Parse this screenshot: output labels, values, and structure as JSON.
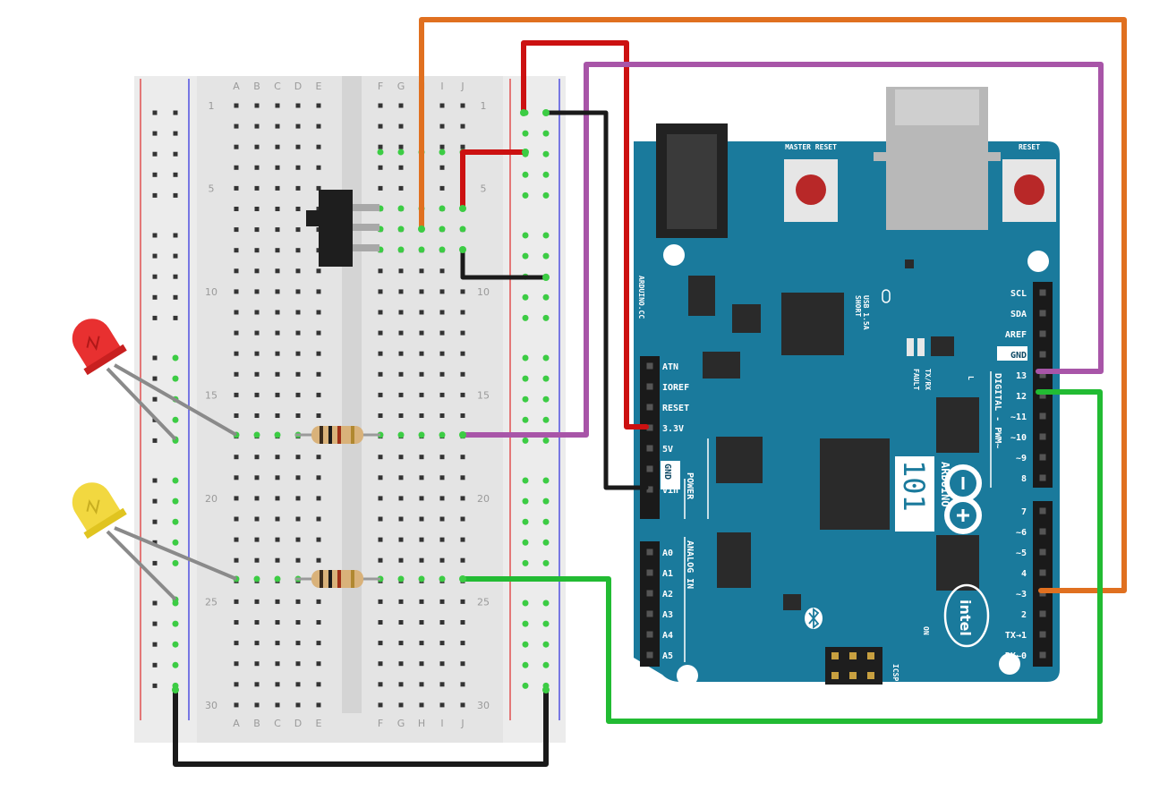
{
  "breadboard": {
    "column_letters_left": [
      "A",
      "B",
      "C",
      "D",
      "E"
    ],
    "column_letters_right": [
      "F",
      "G",
      "H",
      "I",
      "J"
    ],
    "row_numbers": [
      "1",
      "5",
      "10",
      "15",
      "20",
      "25",
      "30"
    ]
  },
  "arduino": {
    "master_reset_label": "MASTER RESET",
    "reset_label": "RESET",
    "brand_text": "ARDUINO.CC",
    "usb_text": "USB 1.5A",
    "short_text": "SHORT",
    "tx_rx_text": "TX/RX",
    "fault_text": "FAULT",
    "l_text": "L",
    "on_text": "ON",
    "icsp_text": "ICSP",
    "model_number": "101",
    "model_name": "ARDUINO",
    "digital_label": "DIGITAL - PWM~",
    "power_label": "POWER",
    "analog_label": "ANALOG IN",
    "intel_text": "intel",
    "power_pins": [
      "ATN",
      "IOREF",
      "RESET",
      "3.3V",
      "5V",
      "GND",
      "Vin"
    ],
    "gnd_box_label": "GND",
    "analog_pins": [
      "A0",
      "A1",
      "A2",
      "A3",
      "A4",
      "A5"
    ],
    "digital_pins_top": [
      "SCL",
      "SDA",
      "AREF",
      "GND",
      "13",
      "12",
      "~11",
      "~10",
      "~9",
      "8"
    ],
    "digital_pins_bottom": [
      "7",
      "~6",
      "~5",
      "4",
      "~3",
      "2",
      "TX→1",
      "RX←0"
    ]
  },
  "colors": {
    "board": "#1a7a9c",
    "breadboard": "#e8e8e8",
    "wire_orange": "#e07020",
    "wire_red": "#cc1111",
    "wire_purple": "#a855a8",
    "wire_black": "#1a1a1a",
    "wire_green": "#22bb33",
    "led_red": "#e83030",
    "led_yellow": "#f2d840"
  }
}
